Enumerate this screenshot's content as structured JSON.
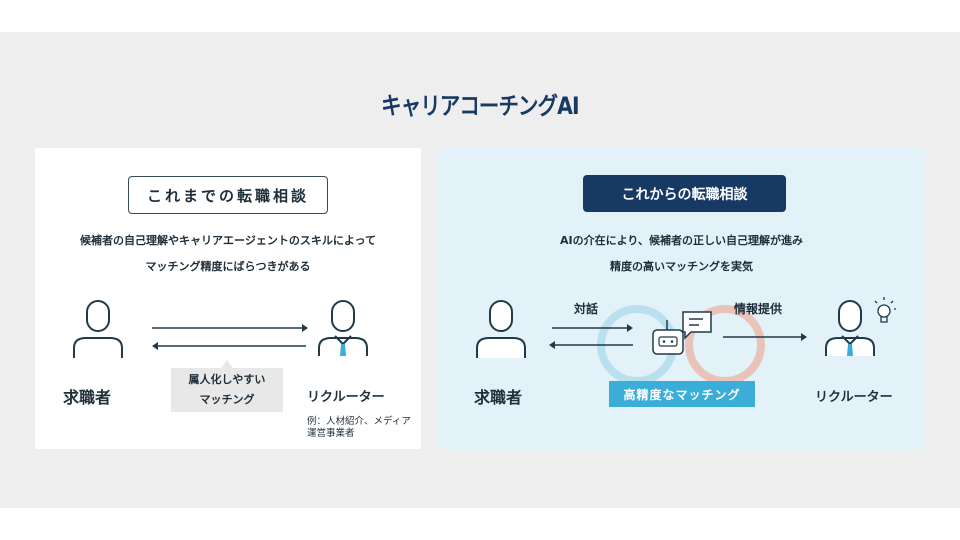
{
  "title": "キャリアコーチングAI",
  "left": {
    "header": "これまでの転職相談",
    "description": [
      "候補者の自己理解やキャリアエージェントのスキルによって",
      "マッチング精度にばらつきがある"
    ],
    "job_seeker": "求職者",
    "recruiter": "リクルーター",
    "callout": [
      "属人化しやすい",
      "マッチング"
    ],
    "note": [
      "例：人材紹介、メディア",
      "運営事業者"
    ]
  },
  "right": {
    "header": "これからの転職相談",
    "description": [
      "AIの介在により、候補者の正しい自己理解が進み",
      "精度の高いマッチングを実気"
    ],
    "job_seeker": "求職者",
    "recruiter": "リクルーター",
    "dialogue": "対話",
    "info": "情報提供",
    "badge": "高精度なマッチング"
  },
  "colors": {
    "navy": "#163a63",
    "accent": "#3aaed8",
    "loop_blue": "#b9e0ee",
    "loop_red": "#e9c3b8"
  }
}
